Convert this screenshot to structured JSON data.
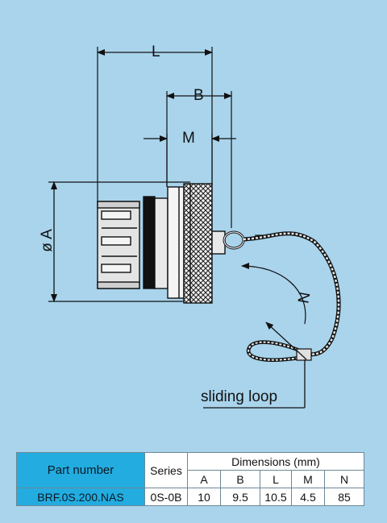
{
  "diagram": {
    "dimension_labels": {
      "L": "L",
      "B": "B",
      "M": "M",
      "A": "ø A",
      "N": "N"
    },
    "callout": "sliding loop"
  },
  "table": {
    "part_number_header": "Part number",
    "series_header": "Series",
    "dimensions_header": "Dimensions (mm)",
    "columns": [
      "A",
      "B",
      "L",
      "M",
      "N"
    ],
    "row": {
      "part_number": "BRF.0S.200.NAS",
      "series": "0S-0B",
      "values": [
        "10",
        "9.5",
        "10.5",
        "4.5",
        "85"
      ]
    }
  },
  "colors": {
    "background": "#a9d4ec",
    "header_fill": "#23ace0"
  }
}
